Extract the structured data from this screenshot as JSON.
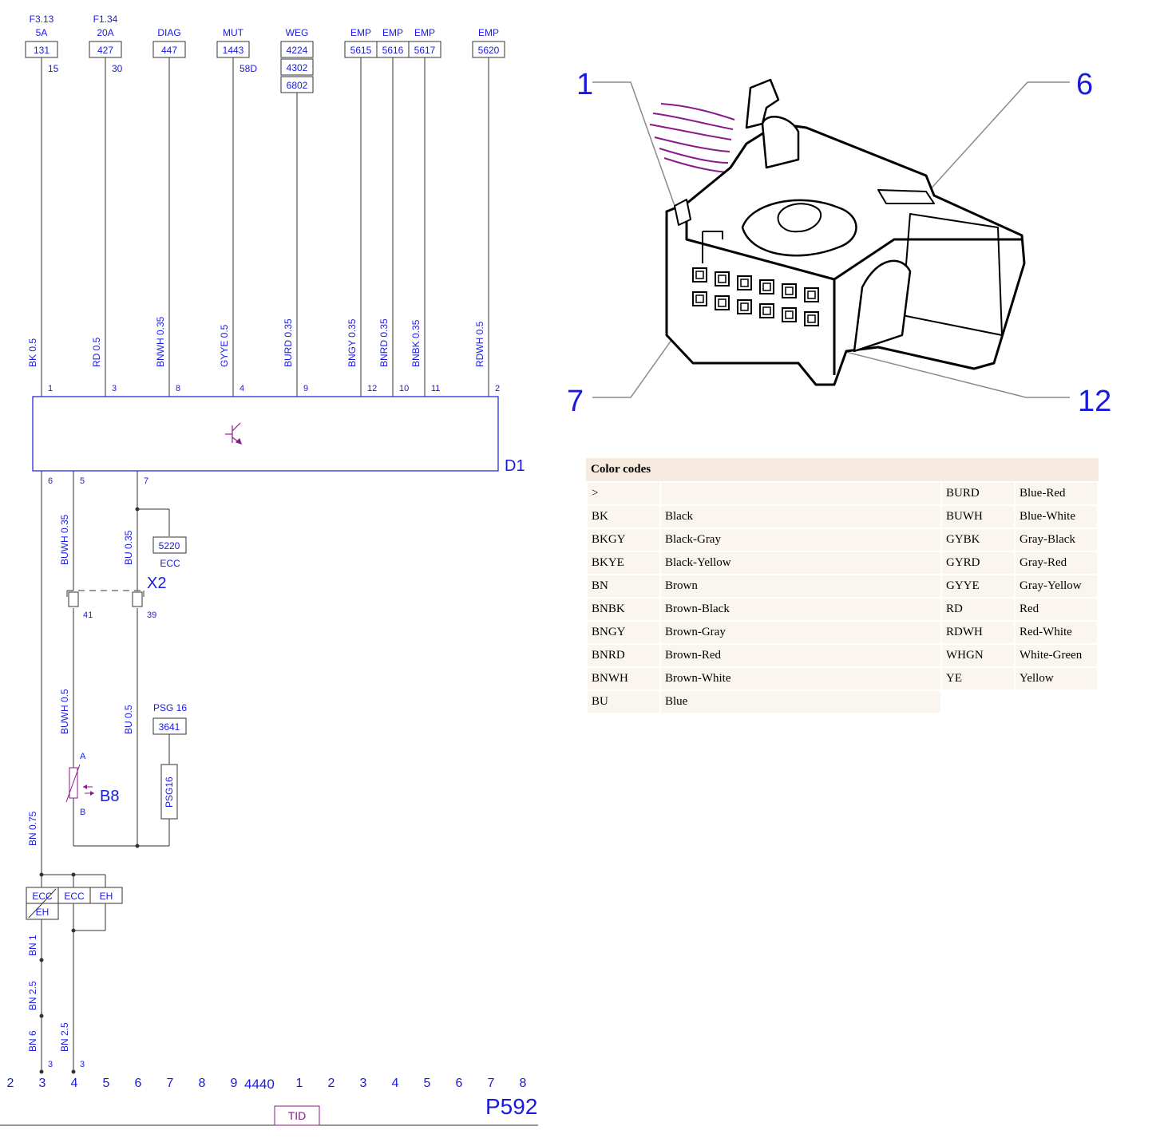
{
  "schematic": {
    "top_wires": [
      {
        "fuse_top": "F3.13",
        "fuse_bottom": "5A",
        "code": "131",
        "side_label": "15",
        "wire": "BK 0.5",
        "pin": "1"
      },
      {
        "fuse_top": "F1.34",
        "fuse_bottom": "20A",
        "code": "427",
        "side_label": "30",
        "wire": "RD 0.5",
        "pin": "3"
      },
      {
        "fuse_top": "DIAG",
        "fuse_bottom": "",
        "code": "447",
        "side_label": "",
        "wire": "BNWH 0.35",
        "pin": "8"
      },
      {
        "fuse_top": "MUT",
        "fuse_bottom": "",
        "code": "1443",
        "side_label": "58D",
        "wire": "GYYE 0.5",
        "pin": "4"
      },
      {
        "fuse_top": "WEG",
        "fuse_bottom": "",
        "codes": [
          "4224",
          "4302",
          "6802"
        ],
        "side_label": "",
        "wire": "BURD 0.35",
        "pin": "9"
      },
      {
        "fuse_top": "EMP",
        "fuse_bottom": "",
        "code": "5615",
        "side_label": "",
        "wire": "BNGY 0.35",
        "pin": "12"
      },
      {
        "fuse_top": "EMP",
        "fuse_bottom": "",
        "code": "5616",
        "side_label": "",
        "wire": "BNRD 0.35",
        "pin": "10"
      },
      {
        "fuse_top": "EMP",
        "fuse_bottom": "",
        "code": "5617",
        "side_label": "",
        "wire": "BNBK 0.35",
        "pin": "11"
      },
      {
        "fuse_top": "EMP",
        "fuse_bottom": "",
        "code": "5620",
        "side_label": "",
        "wire": "RDWH 0.5",
        "pin": "2"
      }
    ],
    "module_label": "D1",
    "bottom_pins": [
      "6",
      "5",
      "7"
    ],
    "wire_buwh_upper": "BUWH 0.35",
    "wire_bu_upper": "BU 0.35",
    "ecc_ref_code": "5220",
    "ecc_ref_label": "ECC",
    "connector_label": "X2",
    "x2_pins": [
      "41",
      "39"
    ],
    "wire_buwh_lower": "BUWH 0.5",
    "wire_bu_lower": "BU 0.5",
    "psg_label": "PSG 16",
    "psg_code": "3641",
    "psg_box": "PSG16",
    "sensor_label": "B8",
    "sensor_pin_a": "A",
    "sensor_pin_b": "B",
    "wire_bn_075": "BN 0.75",
    "option_box_1a": "ECC",
    "option_box_1b": "EH",
    "option_box_2": "ECC",
    "option_box_3": "EH",
    "wire_bn1": "BN 1",
    "wire_bn25_a": "BN 2.5",
    "wire_bn6": "BN 6",
    "wire_bn25_b": "BN 2.5",
    "ground_pins": [
      "3",
      "3"
    ],
    "ruler_left": [
      "2",
      "3",
      "4",
      "5",
      "6",
      "7",
      "8",
      "9"
    ],
    "ruler_mid": "4440",
    "ruler_right": [
      "1",
      "2",
      "3",
      "4",
      "5",
      "6",
      "7",
      "8"
    ],
    "footer_tag": "TID",
    "page_ref": "P592"
  },
  "connector_callouts": [
    "1",
    "6",
    "7",
    "12"
  ],
  "color_codes": {
    "title": "Color codes",
    "left": [
      {
        "code": ">",
        "name": ""
      },
      {
        "code": "BK",
        "name": "Black"
      },
      {
        "code": "BKGY",
        "name": "Black-Gray"
      },
      {
        "code": "BKYE",
        "name": "Black-Yellow"
      },
      {
        "code": "BN",
        "name": "Brown"
      },
      {
        "code": "BNBK",
        "name": "Brown-Black"
      },
      {
        "code": "BNGY",
        "name": "Brown-Gray"
      },
      {
        "code": "BNRD",
        "name": "Brown-Red"
      },
      {
        "code": "BNWH",
        "name": "Brown-White"
      },
      {
        "code": "BU",
        "name": "Blue"
      }
    ],
    "right": [
      {
        "code": "BURD",
        "name": "Blue-Red"
      },
      {
        "code": "BUWH",
        "name": "Blue-White"
      },
      {
        "code": "GYBK",
        "name": "Gray-Black"
      },
      {
        "code": "GYRD",
        "name": "Gray-Red"
      },
      {
        "code": "GYYE",
        "name": "Gray-Yellow"
      },
      {
        "code": "RD",
        "name": "Red"
      },
      {
        "code": "RDWH",
        "name": "Red-White"
      },
      {
        "code": "WHGN",
        "name": "White-Green"
      },
      {
        "code": "YE",
        "name": "Yellow"
      }
    ]
  },
  "colors": {
    "text_blue": "#1a1adc",
    "wire_purple": "#8a1a8a",
    "table_bg": "#fbf5f0",
    "table_head": "#f7ebe0"
  }
}
